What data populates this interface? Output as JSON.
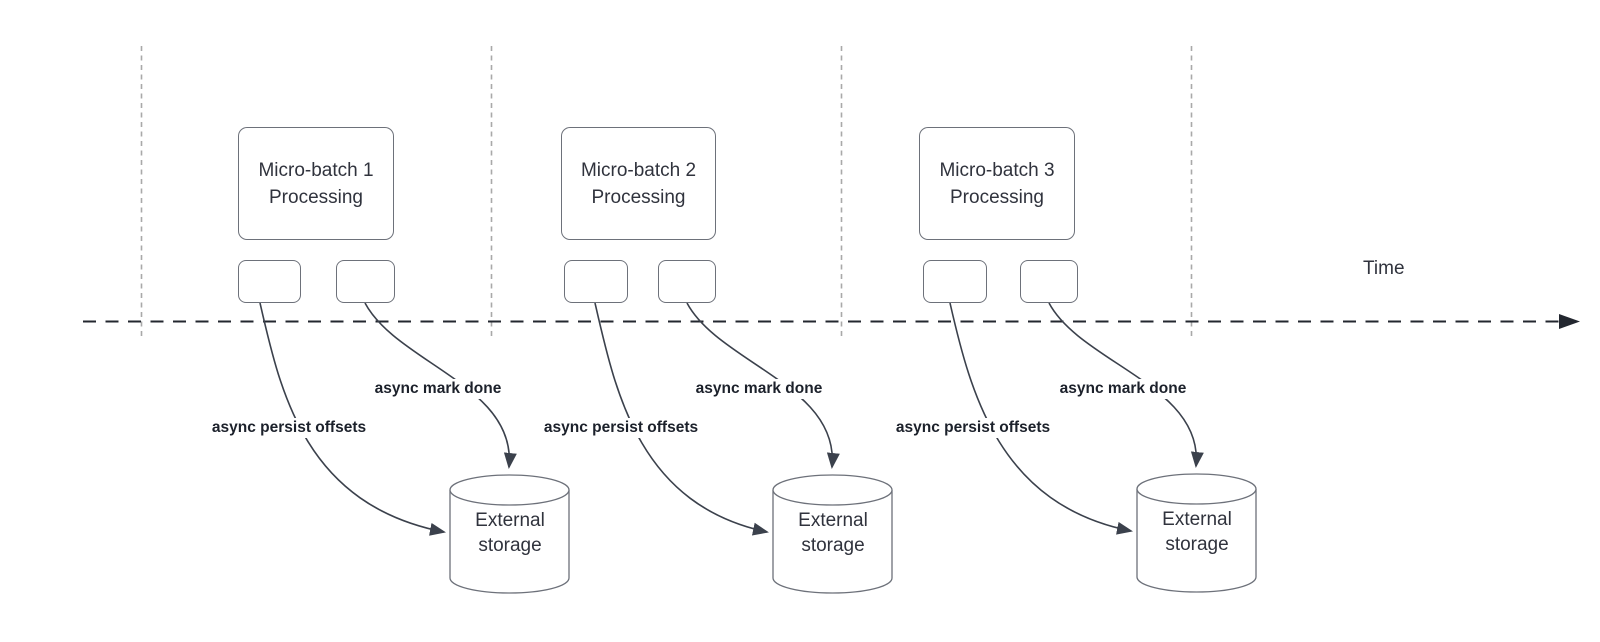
{
  "diagram": {
    "axis_label": "Time",
    "colors": {
      "background": "#FFFFFF",
      "shape_border": "#6D717A",
      "connector_stroke": "#3B414C",
      "timeline_stroke": "#23272F",
      "guide_dashed": "#A9A9A9",
      "shape_text": "#30333D",
      "connector_label_text": "#1C212B"
    },
    "batches": [
      {
        "box_line1": "Micro-batch 1",
        "box_line2": "Processing",
        "persist_label": "async persist offsets",
        "mark_done_label": "async mark done",
        "storage_line1": "External",
        "storage_line2": "storage"
      },
      {
        "box_line1": "Micro-batch 2",
        "box_line2": "Processing",
        "persist_label": "async persist offsets",
        "mark_done_label": "async mark done",
        "storage_line1": "External",
        "storage_line2": "storage"
      },
      {
        "box_line1": "Micro-batch 3",
        "box_line2": "Processing",
        "persist_label": "async persist offsets",
        "mark_done_label": "async mark done",
        "storage_line1": "External",
        "storage_line2": "storage"
      }
    ]
  }
}
